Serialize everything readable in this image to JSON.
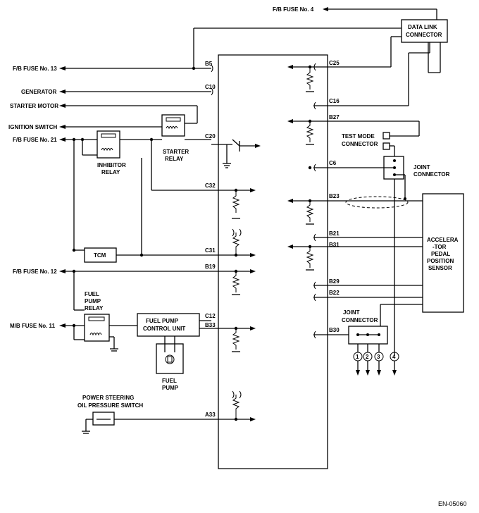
{
  "title": "F/B FUSE No. 4",
  "footer_code": "EN-05060",
  "left_labels": {
    "fb_fuse_13": "F/B FUSE No. 13",
    "generator": "GENERATOR",
    "starter_motor": "STARTER MOTOR",
    "ignition_switch": "IGNITION SWITCH",
    "fb_fuse_21": "F/B FUSE No. 21",
    "fb_fuse_12": "F/B FUSE No. 12",
    "mb_fuse_11": "M/B FUSE No. 11"
  },
  "components": {
    "data_link_connector": [
      "DATA LINK",
      "CONNECTOR"
    ],
    "inhibitor_relay": [
      "INHIBITOR",
      "RELAY"
    ],
    "starter_relay": [
      "STARTER",
      "RELAY"
    ],
    "tcm": "TCM",
    "fuel_pump_relay": [
      "FUEL",
      "PUMP",
      "RELAY"
    ],
    "fuel_pump_control_unit": [
      "FUEL PUMP",
      "CONTROL UNIT"
    ],
    "fuel_pump": [
      "FUEL",
      "PUMP"
    ],
    "power_steering_switch": [
      "POWER STEERING",
      "OIL PRESSURE SWITCH"
    ],
    "test_mode_connector": [
      "TEST MODE",
      "CONNECTOR"
    ],
    "joint_connector_upper": [
      "JOINT",
      "CONNECTOR"
    ],
    "joint_connector_lower": [
      "JOINT",
      "CONNECTOR"
    ],
    "accel_sensor": [
      "ACCELERA",
      "-TOR",
      "PEDAL",
      "POSITION",
      "SENSOR"
    ]
  },
  "pins_left": {
    "b5": "B5",
    "c10": "C10",
    "c20": "C20",
    "c32": "C32",
    "c31": "C31",
    "b19": "B19",
    "c12": "C12",
    "b33": "B33",
    "a33": "A33"
  },
  "pins_right": {
    "c25": "C25",
    "c16": "C16",
    "b27": "B27",
    "c6": "C6",
    "b23": "B23",
    "b21": "B21",
    "b31": "B31",
    "b29": "B29",
    "b22": "B22",
    "b30": "B30"
  },
  "terminal_numbers": [
    "1",
    "2",
    "3",
    "4"
  ]
}
